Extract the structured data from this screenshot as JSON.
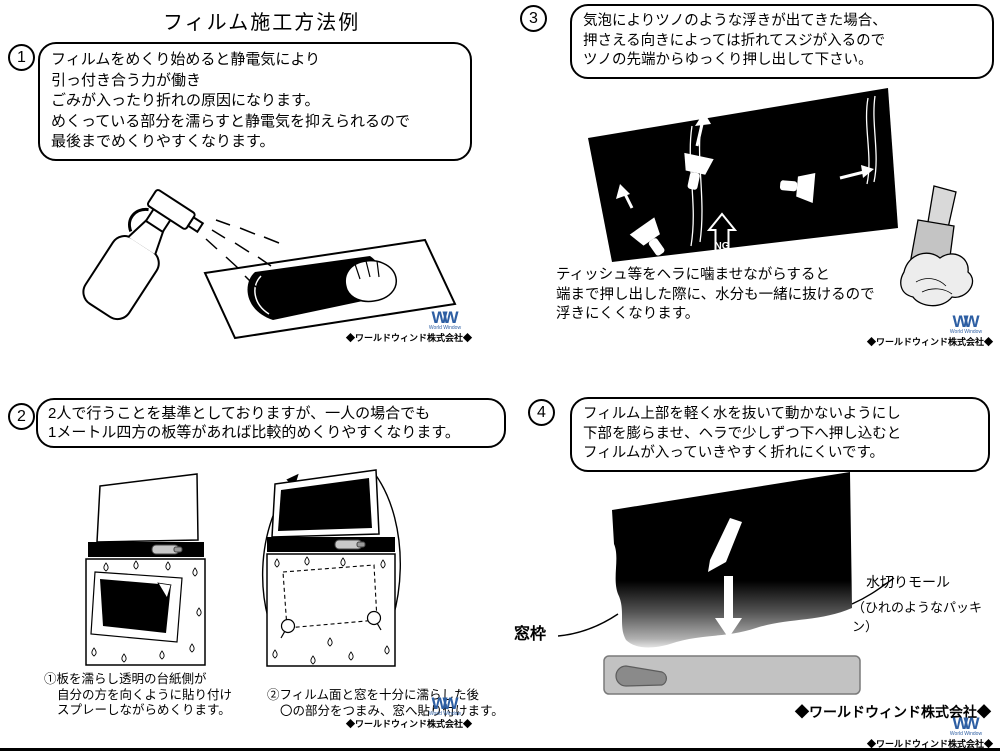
{
  "page": {
    "title": "フィルム施工方法例"
  },
  "branding": {
    "logo_letters": "WW",
    "logo_name": "World Window",
    "company": "◆ワールドウィンド株式会社◆"
  },
  "step1": {
    "number": "1",
    "lines": [
      "フィルムをめくり始めると静電気により",
      "引っ付き合う力が働き",
      "ごみが入ったり折れの原因になります。",
      "めくっている部分を濡らすと静電気を抑えられるので",
      "最後までめくりやすくなります。"
    ]
  },
  "step2": {
    "number": "2",
    "lines": [
      "2人で行うことを基準としておりますが、一人の場合でも",
      "1メートル四方の板等があれば比較的めくりやすくなります。"
    ],
    "caption1": [
      "①板を濡らし透明の台紙側が",
      "自分の方を向くように貼り付け",
      "スプレーしながらめくります。"
    ],
    "caption2": [
      "②フィルム面と窓を十分に濡らした後",
      "〇の部分をつまみ、窓へ貼り付けます。"
    ]
  },
  "step3": {
    "number": "3",
    "lines": [
      "気泡によりツノのような浮きが出てきた場合、",
      "押さえる向きによっては折れてスジが入るので",
      "ツノの先端からゆっくり押し出して下さい。"
    ],
    "note": [
      "ティッシュ等をヘラに噛ませながらすると",
      "端まで押し出した際に、水分も一緒に抜けるので",
      "浮きにくくなります。"
    ],
    "ng": "NG"
  },
  "step4": {
    "number": "4",
    "lines": [
      "フィルム上部を軽く水を抜いて動かないようにし",
      "下部を膨らませ、ヘラで少しずつ下へ押し込むと",
      "フィルムが入っていきやすく折れにくいです。"
    ],
    "label_window_frame": "窓枠",
    "label_molding": "水切りモール",
    "label_molding_sub": "（ひれのようなパッキン）"
  }
}
